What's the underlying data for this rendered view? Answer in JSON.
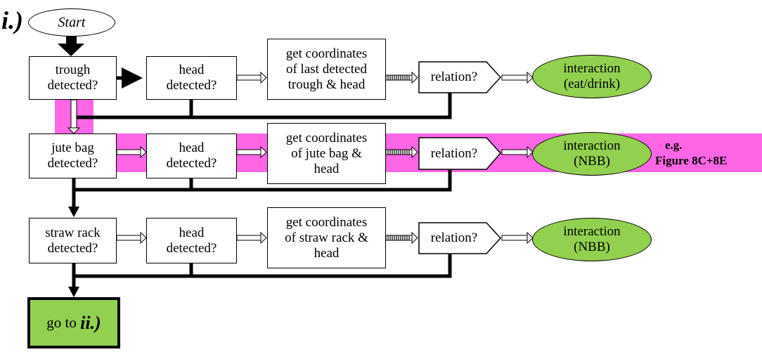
{
  "section_label": "i.)",
  "start": "Start",
  "rows": [
    {
      "object": "trough\ndetected?",
      "head": "head\ndetected?",
      "coords": "get coordinates\nof last detected\ntrough & head",
      "relation": "relation?",
      "interaction": "interaction\n(eat/drink)"
    },
    {
      "object": "jute bag\ndetected?",
      "head": "head\ndetected?",
      "coords": "get coordinates\nof jute bag &\nhead",
      "relation": "relation?",
      "interaction": "interaction\n(NBB)"
    },
    {
      "object": "straw rack\ndetected?",
      "head": "head\ndetected?",
      "coords": "get coordinates\nof straw rack &\nhead",
      "relation": "relation?",
      "interaction": "interaction\n(NBB)"
    }
  ],
  "final_prefix": "go to ",
  "final_target": "ii.)",
  "annotation": {
    "line1": "e.g.",
    "line2": "Figure 8C+8E"
  },
  "colors": {
    "highlight": "#ff66e6",
    "green": "#92d050"
  }
}
